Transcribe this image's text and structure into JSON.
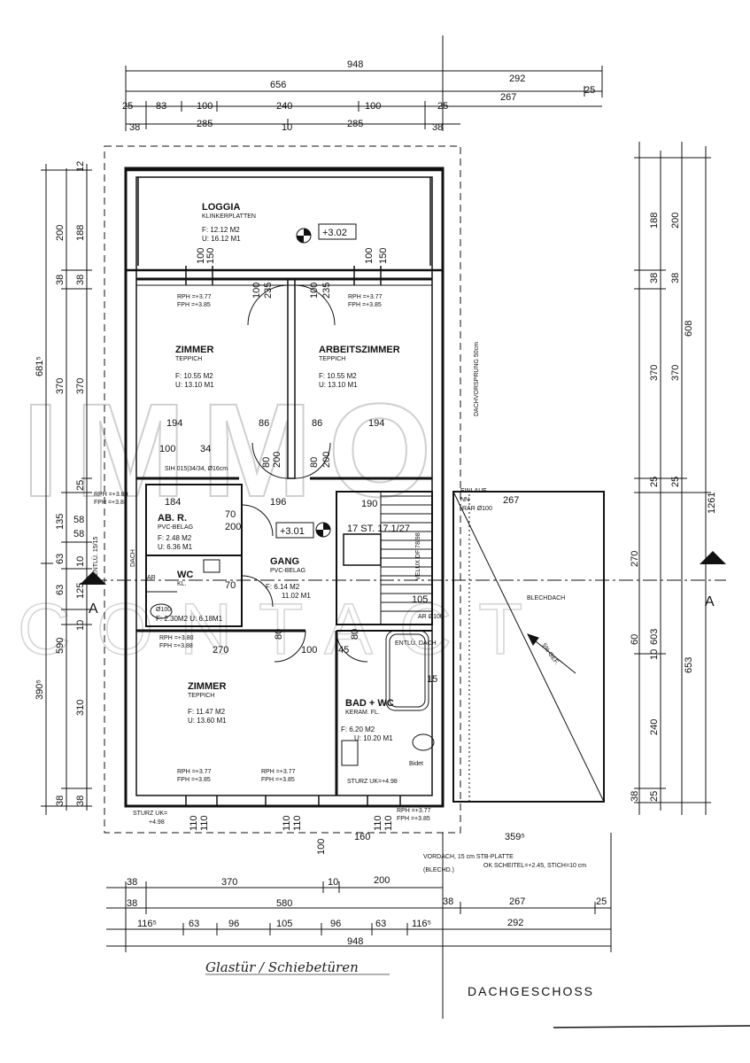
{
  "drawing": {
    "title": "DACHGESCHOSS",
    "handwritten_note": "Glastür / Schiebetüren",
    "watermark": {
      "line1": "IMMO",
      "line2": "CONTACT"
    },
    "section_marks": {
      "left": "A",
      "right": "A"
    }
  },
  "rooms": {
    "loggia": {
      "name": "LOGGIA",
      "floor": "KLINKERPLATTEN",
      "f": "F: 12.12 M2",
      "u": "U: 16.12 M1",
      "level": "+3.02"
    },
    "zimmer1": {
      "name": "ZIMMER",
      "floor": "TEPPICH",
      "f": "F: 10.55 M2",
      "u": "U: 13.10 M1",
      "rph": "RPH =+3.77",
      "fph": "FPH =+3.85"
    },
    "arbeitszimmer": {
      "name": "ARBEITSZIMMER",
      "floor": "TEPPICH",
      "f": "F: 10.55 M2",
      "u": "U: 13.10 M1",
      "rph": "RPH =+3.77",
      "fph": "FPH =+3.85"
    },
    "abr": {
      "name": "AB. R.",
      "floor": "PVC-BELAG",
      "f": "F: 2.48 M2",
      "u": "U: 6.36 M1",
      "rph": "RPH =+3.80",
      "fph": "FPH =+3.88"
    },
    "wc": {
      "name": "WC",
      "extra": "KL.",
      "fu": "F: 2.30M2 U: 6.18M1"
    },
    "gang": {
      "name": "GANG",
      "floor": "PVC-BELAG",
      "f": "F: 6.14 M2",
      "u": "11.02 M1",
      "level": "+3.01"
    },
    "stiege": {
      "label": "17 ST. 17.1/27"
    },
    "zimmer2": {
      "name": "ZIMMER",
      "floor": "TEPPICH",
      "f": "F: 11.47 M2",
      "u": "U: 13.60 M1",
      "rph_top": "RPH =+3.80",
      "fph_top": "FPH =+3.88",
      "rph1": "RPH =+3.77",
      "fph1": "FPH =+3.85",
      "rph2": "RPH =+3.77",
      "fph2": "FPH =+3.85"
    },
    "bad": {
      "name": "BAD + WC",
      "floor": "KERAM. FL.",
      "f": "F: 6.20 M2",
      "u": "U: 10.20 M1",
      "bidet": "Bidet",
      "entlue": "ENTLÜ. DACH",
      "sturz": "STURZ UK=+4.98"
    }
  },
  "annotations": {
    "dachvorsprung": "DACHVORSPRUNG 50cm",
    "einlauf": "EINLAUF",
    "einlauf2": "NN",
    "einlauf3": "RAR Ø100",
    "blechdach": "BLECHDACH",
    "gef": "5% GEF.",
    "velux": "VELUX DF 78/98",
    "vordach": "VORDACH, 15 cm STB-PLATTE",
    "blech": "(BLECHD.)",
    "scheitel": "OK SCHEITEL=+2.45, STICH=10 cm",
    "sturz_left": "STURZ UK=",
    "sturz_left_val": "+4.98",
    "rph_bottom": "RPH =+3.77",
    "fph_bottom": "FPH =+3.85",
    "sih": "SIH 015|34/34, Ø16cm",
    "entlue_left": "ENTLÜ. 15/15",
    "dach": "DACH",
    "ar": "AR",
    "ar2": "AR",
    "ar_o100": "Ø100",
    "ar_o100b": "AR Ø100"
  },
  "dims": {
    "top": {
      "r1": [
        "948"
      ],
      "r2": [
        "656",
        "292"
      ],
      "r3": [
        "25",
        "83",
        "100",
        "240",
        "100",
        "25",
        "267",
        "25"
      ],
      "r4": [
        "38",
        "285",
        "10",
        "285",
        "38"
      ]
    },
    "bottom": {
      "r1": [
        "38",
        "370",
        "10",
        "200"
      ],
      "r2": [
        "38",
        "580",
        "38",
        "267",
        "25"
      ],
      "r3": [
        "116⁵",
        "63",
        "96",
        "105",
        "96",
        "63",
        "116⁵",
        "292"
      ],
      "r4": [
        "948"
      ]
    },
    "left": {
      "outer": [
        "681⁵",
        "390⁵"
      ],
      "mid": [
        "200",
        "38",
        "370",
        "135",
        "63",
        "63",
        "590",
        "38"
      ],
      "inner": [
        "12",
        "188",
        "38",
        "370",
        "25",
        "58",
        "58",
        "10",
        "125",
        "10",
        "310",
        "38"
      ]
    },
    "right": {
      "outer": [
        "1261"
      ],
      "mid": [
        "608",
        "653"
      ],
      "inner_a": [
        "200",
        "38",
        "370",
        "25",
        "270",
        "60",
        "603",
        "38"
      ],
      "inner_b": [
        "188",
        "38",
        "370",
        "25",
        "10",
        "240",
        "25"
      ]
    },
    "interior": [
      "194",
      "86",
      "86",
      "194",
      "100",
      "34",
      "184",
      "196",
      "190",
      "267",
      "270",
      "100",
      "45",
      "160",
      "359⁵",
      "100",
      "150",
      "100",
      "150",
      "100",
      "235",
      "100",
      "235",
      "200",
      "200",
      "80",
      "80",
      "70",
      "70",
      "200",
      "80",
      "80",
      "15",
      "105",
      "110",
      "110",
      "110",
      "110",
      "110",
      "110",
      "100"
    ]
  }
}
